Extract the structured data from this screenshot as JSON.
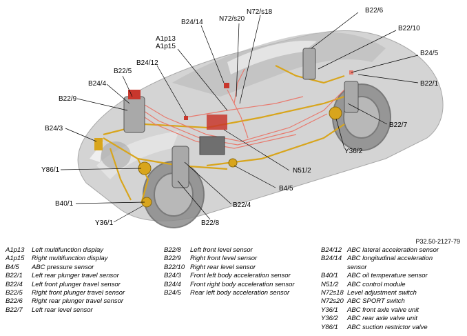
{
  "callouts": {
    "b24_14": "B24/14",
    "n72_s20": "N72/s20",
    "n72_s18": "N72/s18",
    "b22_6": "B22/6",
    "a1p13": "A1p13",
    "a1p15": "A1p15",
    "b22_10": "B22/10",
    "b24_12": "B24/12",
    "b22_5": "B22/5",
    "b24_5": "B24/5",
    "b24_4": "B24/4",
    "b22_1": "B22/1",
    "b22_9": "B22/9",
    "b22_7": "B22/7",
    "b24_3": "B24/3",
    "y36_2": "Y36/2",
    "y86_1": "Y86/1",
    "n51_2": "N51/2",
    "b4_5": "B4/5",
    "b40_1": "B40/1",
    "b22_4": "B22/4",
    "y36_1": "Y36/1",
    "b22_8": "B22/8"
  },
  "figure_code": "P32.50-2127-79",
  "legend": {
    "col1": [
      {
        "code": "A1p13",
        "desc": "Left multifunction display"
      },
      {
        "code": "A1p15",
        "desc": "Right multifunction display"
      },
      {
        "code": "B4/5",
        "desc": "ABC pressure sensor"
      },
      {
        "code": "B22/1",
        "desc": "Left rear plunger travel sensor"
      },
      {
        "code": "B22/4",
        "desc": "Left front plunger travel sensor"
      },
      {
        "code": "B22/5",
        "desc": "Right front plunger travel sensor"
      },
      {
        "code": "B22/6",
        "desc": "Right rear plunger travel sensor"
      },
      {
        "code": "B22/7",
        "desc": "Left rear level sensor"
      }
    ],
    "col2": [
      {
        "code": "B22/8",
        "desc": "Left front level sensor"
      },
      {
        "code": "B22/9",
        "desc": "Right front level sensor"
      },
      {
        "code": "B22/10",
        "desc": "Right rear level sensor"
      },
      {
        "code": "B24/3",
        "desc": "Front left body acceleration sensor"
      },
      {
        "code": "B24/4",
        "desc": "Front right body acceleration sensor"
      },
      {
        "code": "B24/5",
        "desc": "Rear left body acceleration sensor"
      }
    ],
    "col3": [
      {
        "code": "B24/12",
        "desc": "ABC lateral acceleration sensor"
      },
      {
        "code": "B24/14",
        "desc": "ABC longitudinal acceleration sensor"
      },
      {
        "code": "B40/1",
        "desc": "ABC oil temperature sensor"
      },
      {
        "code": "N51/2",
        "desc": "ABC control module"
      },
      {
        "code": "N72s18",
        "desc": "Level adjustment switch"
      },
      {
        "code": "N72s20",
        "desc": "ABC SPORT switch"
      },
      {
        "code": "Y36/1",
        "desc": "ABC front axle valve unit"
      },
      {
        "code": "Y36/2",
        "desc": "ABC rear axle valve unit"
      },
      {
        "code": "Y86/1",
        "desc": "ABC suction restrictor valve"
      }
    ]
  },
  "colors": {
    "body": "#cfcfcf",
    "body_dark": "#9a9a9a",
    "hydraulic_line": "#d8a51c",
    "sensor_line": "#e87a6e",
    "component_red": "#c8372d",
    "leader": "#000000"
  }
}
